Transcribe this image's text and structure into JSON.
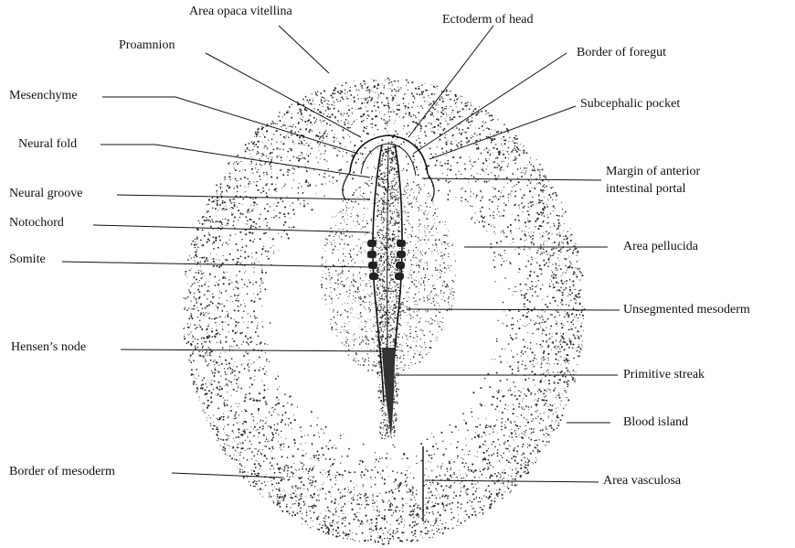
{
  "labels": {
    "area_opaca_vitellina": "Area opaca vitellina",
    "proamnion": "Proamnion",
    "mesenchyme": "Mesenchyme",
    "neural_fold": "Neural fold",
    "neural_groove": "Neural groove",
    "notochord": "Notochord",
    "somite": "Somite",
    "hensens_node": "Hensen’s node",
    "border_of_mesoderm": "Border of mesoderm",
    "ectoderm_of_head": "Ectoderm of head",
    "border_of_foregut": "Border of foregut",
    "subcephalic_pocket": "Subcephalic pocket",
    "margin_anterior_line1": "Margin of anterior",
    "margin_anterior_line2": "intestinal portal",
    "area_pellucida": "Area pellucida",
    "unsegmented_mesoderm": "Unsegmented mesoderm",
    "primitive_streak": "Primitive streak",
    "blood_island": "Blood island",
    "area_vasculosa": "Area vasculosa"
  },
  "colors": {
    "ink": "#111111",
    "stipple": "#2a2a2a",
    "background": "#ffffff"
  }
}
